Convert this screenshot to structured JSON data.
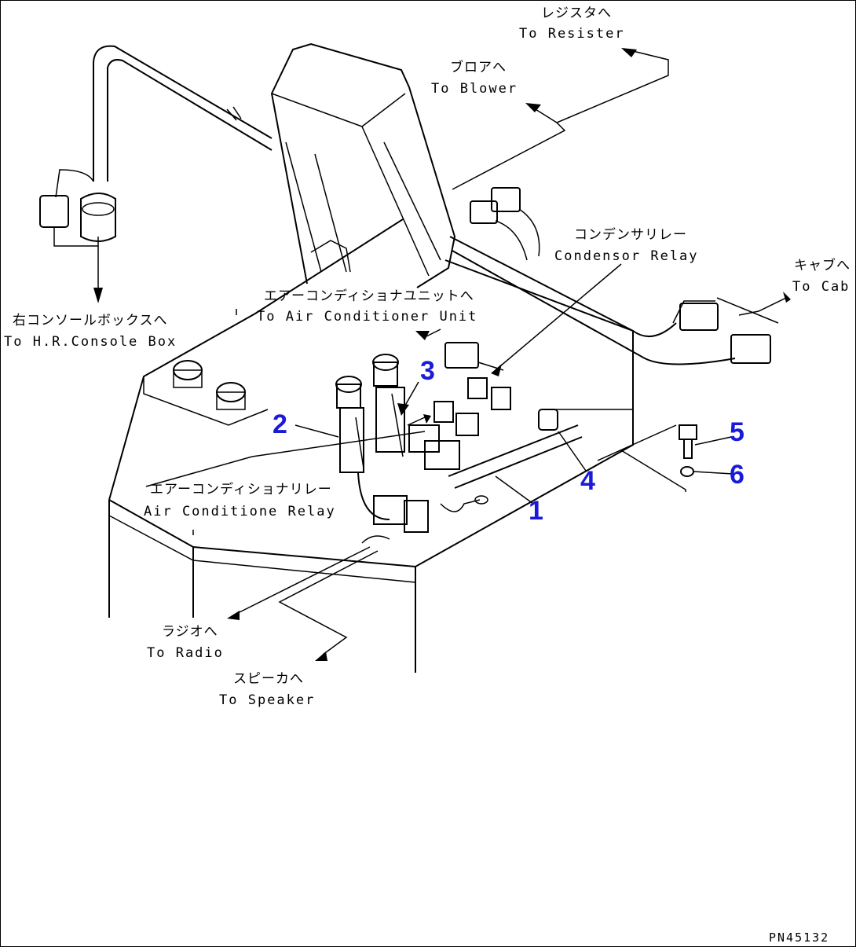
{
  "drawing_code": "PN45132",
  "accent_color": "#1a1adb",
  "labels": {
    "resister_jp": "レジスタへ",
    "resister_en": "To Resister",
    "blower_jp": "ブロアへ",
    "blower_en": "To Blower",
    "condensor_jp": "コンデンサリレー",
    "condensor_en": "Condensor Relay",
    "cab_jp": "キャブへ",
    "cab_en": "To Cab",
    "console_jp": "右コンソールボックスへ",
    "console_en": "To H.R.Console Box",
    "aircon_unit_jp": "エアーコンディショナユニットへ",
    "aircon_unit_en": "To Air Conditioner Unit",
    "aircon_relay_jp": "エアーコンディショナリレー",
    "aircon_relay_en": "Air Conditione Relay",
    "radio_jp": "ラジオへ",
    "radio_en": "To Radio",
    "speaker_jp": "スピーカへ",
    "speaker_en": "To Speaker"
  },
  "callouts": [
    "1",
    "2",
    "3",
    "4",
    "5",
    "6"
  ]
}
